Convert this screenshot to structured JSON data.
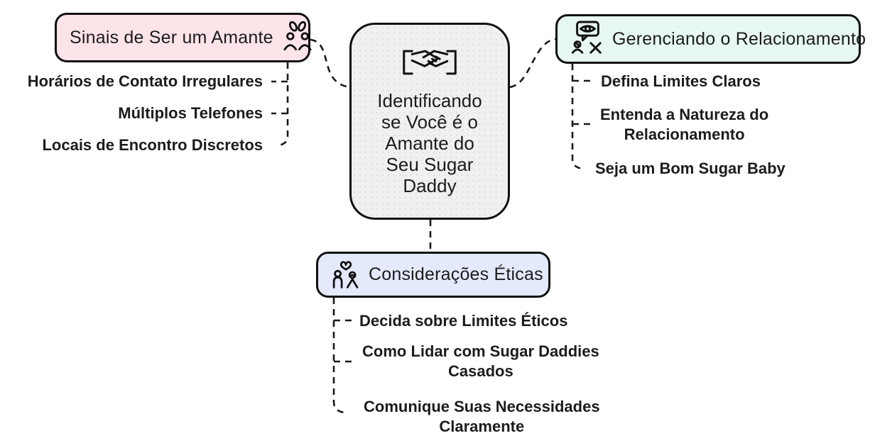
{
  "diagram": {
    "type": "mindmap",
    "background": "#ffffff",
    "connector_color": "#1a1a1a",
    "border_color": "#101010",
    "text_color": "#1c1c1c"
  },
  "center": {
    "icon": "handshake-icon",
    "bg": "#f0f0f0",
    "title": "Identificando se Você é o Amante do Seu Sugar Daddy",
    "title_lines": [
      "Identificando",
      "se Você é o",
      "Amante do",
      "Seu Sugar",
      "Daddy"
    ]
  },
  "branches": [
    {
      "label": "Sinais de Ser um Amante",
      "icon": "couple-hearts-icon",
      "bg": "#fce4e9",
      "position": "top-left",
      "children": [
        {
          "label": "Horários de Contato Irregulares",
          "lines": [
            "Horários de Contato Irregulares"
          ]
        },
        {
          "label": "Múltiplos Telefones",
          "lines": [
            "Múltiplos Telefones"
          ]
        },
        {
          "label": "Locais de Encontro Discretos",
          "lines": [
            "Locais de Encontro Discretos"
          ]
        }
      ]
    },
    {
      "label": "Gerenciando o Relacionamento",
      "icon": "supervision-eye-icon",
      "bg": "#e6f8ef",
      "position": "top-right",
      "children": [
        {
          "label": "Defina Limites Claros",
          "lines": [
            "Defina Limites Claros"
          ]
        },
        {
          "label": "Entenda a Natureza do Relacionamento",
          "lines": [
            "Entenda a Natureza do",
            "Relacionamento"
          ]
        },
        {
          "label": "Seja um Bom Sugar Baby",
          "lines": [
            "Seja um Bom Sugar Baby"
          ]
        }
      ]
    },
    {
      "label": "Considerações Éticas",
      "icon": "couple-heart-icon",
      "bg": "#e4e9fc",
      "position": "bottom",
      "children": [
        {
          "label": "Decida sobre Limites Éticos",
          "lines": [
            "Decida sobre Limites Éticos"
          ]
        },
        {
          "label": "Como Lidar com Sugar Daddies Casados",
          "lines": [
            "Como Lidar com Sugar Daddies",
            "Casados"
          ]
        },
        {
          "label": "Comunique Suas Necessidades Claramente",
          "lines": [
            "Comunique Suas Necessidades",
            "Claramente"
          ]
        }
      ]
    }
  ]
}
